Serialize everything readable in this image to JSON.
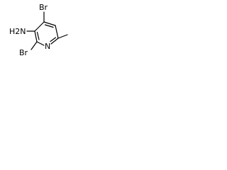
{
  "molecule": {
    "atoms": {
      "br_top": "Br",
      "amine": "H2N",
      "br_bottom": "Br",
      "ring_nitrogen": "N"
    }
  }
}
